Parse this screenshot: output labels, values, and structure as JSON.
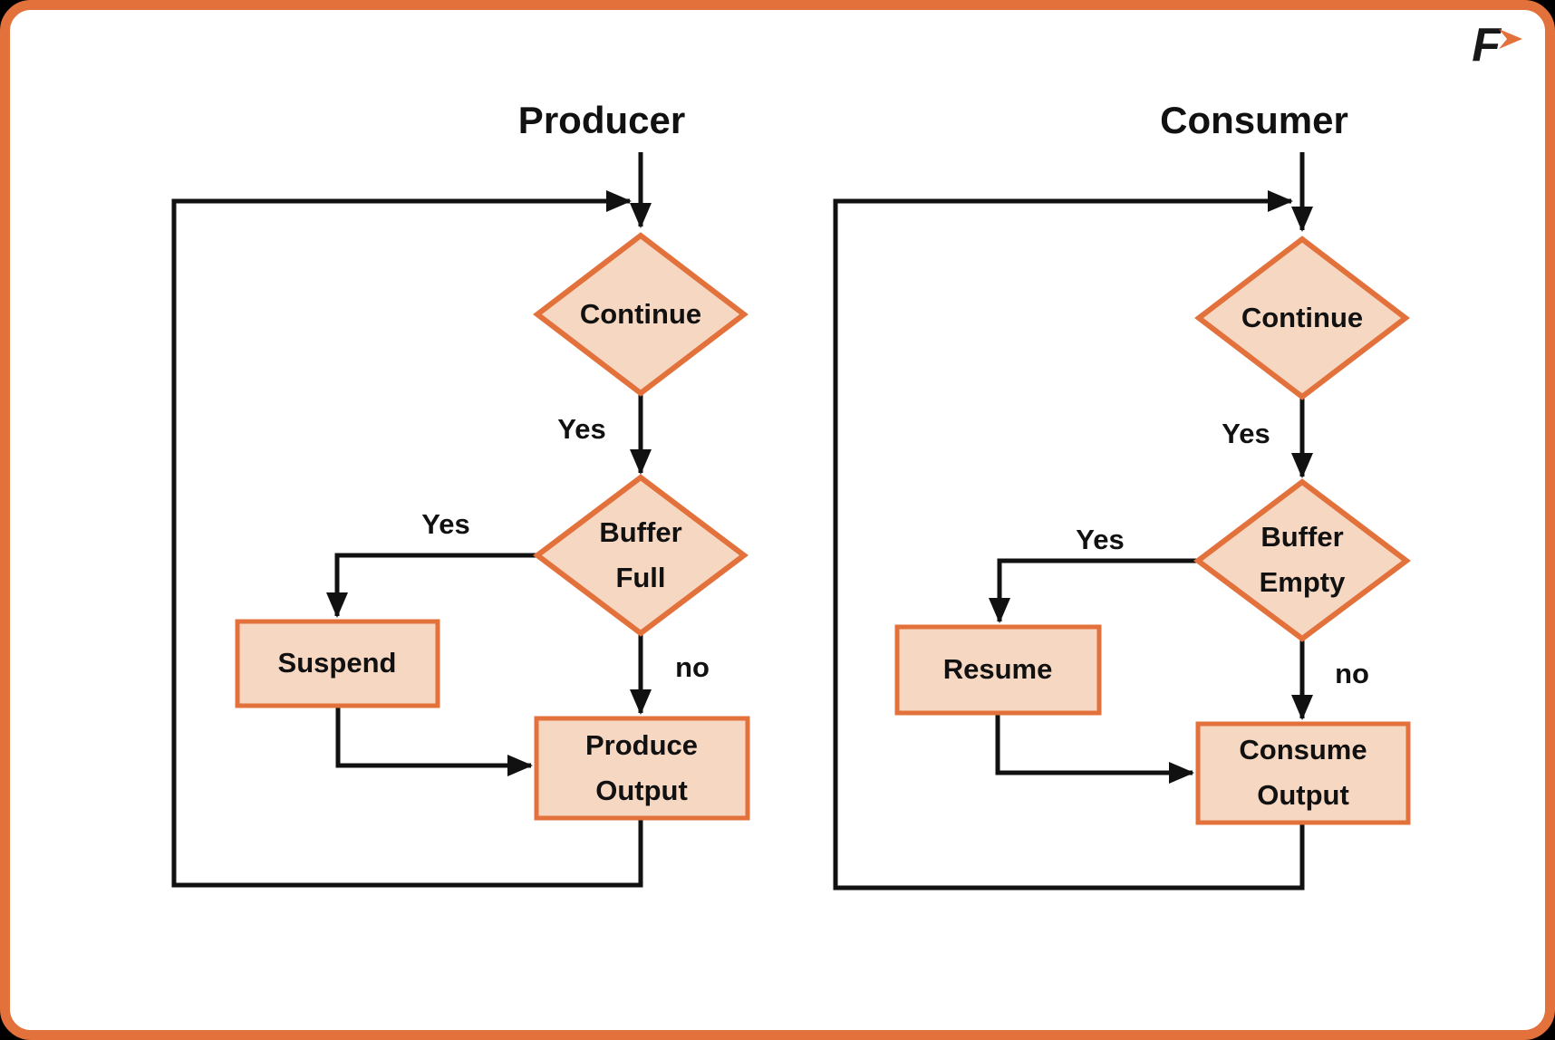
{
  "colors": {
    "accent": "#E2713C",
    "node_fill": "#F6D7C2",
    "line": "#111111",
    "background": "#FFFFFF",
    "outer": "#000000"
  },
  "logo": {
    "letter": "F"
  },
  "producer": {
    "title": "Producer",
    "continue_label": "Continue",
    "decision": {
      "line1": "Buffer",
      "line2": "Full"
    },
    "suspend_label": "Suspend",
    "output": {
      "line1": "Produce",
      "line2": "Output"
    },
    "yes_top": "Yes",
    "yes_branch": "Yes",
    "no_label": "no"
  },
  "consumer": {
    "title": "Consumer",
    "continue_label": "Continue",
    "decision": {
      "line1": "Buffer",
      "line2": "Empty"
    },
    "resume_label": "Resume",
    "output": {
      "line1": "Consume",
      "line2": "Output"
    },
    "yes_top": "Yes",
    "yes_branch": "Yes",
    "no_label": "no"
  }
}
